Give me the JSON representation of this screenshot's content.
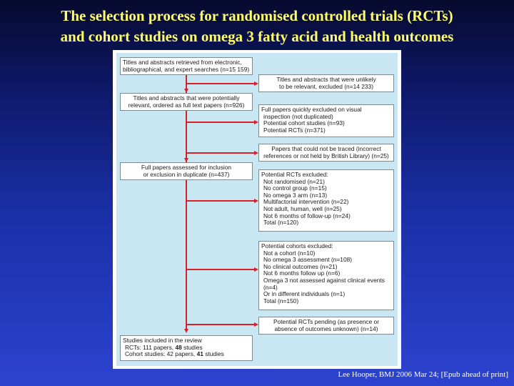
{
  "title": {
    "line1": "The selection process for randomised controlled trials (RCTs)",
    "line2": "and cohort studies on omega 3 fatty acid and health outcomes"
  },
  "flow": {
    "retrieved": {
      "line1": "Titles and abstracts retrieved from electronic,",
      "line2": "bibliographical, and expert searches (n=15 159)"
    },
    "excluded_unlikely": {
      "line1": "Titles and abstracts that were unlikely",
      "line2": "to be relevant, excluded (n=14 233)"
    },
    "potentially_relevant": {
      "line1": "Titles and abstracts that were potentially",
      "line2": "relevant, ordered as full text papers (n=926)"
    },
    "quick_excluded": {
      "line1": "Full papers quickly excluded on visual",
      "line2": "inspection (not duplicated)",
      "line3": "Potential cohort studies (n=93)",
      "line4": "Potential RCTs (n=371)"
    },
    "not_traced": {
      "line1": "Papers that could not be traced (incorrect",
      "line2": "references or not held by British Library) (n=25)"
    },
    "assessed": {
      "line1": "Full papers assessed for inclusion",
      "line2": "or exclusion in duplicate (n=437)"
    },
    "rcts_excluded": {
      "heading": "Potential RCTs excluded:",
      "items": [
        "Not randomised (n=21)",
        "No control group (n=15)",
        "No omega 3 arm (n=13)",
        "Multifactorial intervention (n=22)",
        "Not adult, human, well (n=25)",
        "Not 6 months of follow-up (n=24)",
        "Total (n=120)"
      ]
    },
    "cohorts_excluded": {
      "heading": "Potential cohorts excluded:",
      "items": [
        "Not a cohort (n=10)",
        "No omega 3 assessment (n=108)",
        "No clinical outcomes (n=21)",
        "Not 6 months follow up (n=6)",
        "Omega 3 not assessed against clinical events",
        "(n=4)",
        "Or in different individuals (n=1)",
        "Total (n=150)"
      ]
    },
    "rcts_pending": {
      "line1": "Potential RCTs pending (as presence or",
      "line2": "absence of outcomes unknown) (n=14)"
    },
    "included": {
      "heading": "Studies included in the review",
      "rcts_prefix": "RCTs: 111 papers, ",
      "rcts_bold": "48",
      "rcts_suffix": " studies",
      "cohort_prefix": "Cohort studies: 42 papers, ",
      "cohort_bold": "41",
      "cohort_suffix": " studies"
    }
  },
  "citation": "Lee Hooper, BMJ  2006 Mar 24; [Epub ahead of print]",
  "colors": {
    "title": "#ffff66",
    "figure_background": "#c9e7f3",
    "arrow": "#d72027"
  }
}
